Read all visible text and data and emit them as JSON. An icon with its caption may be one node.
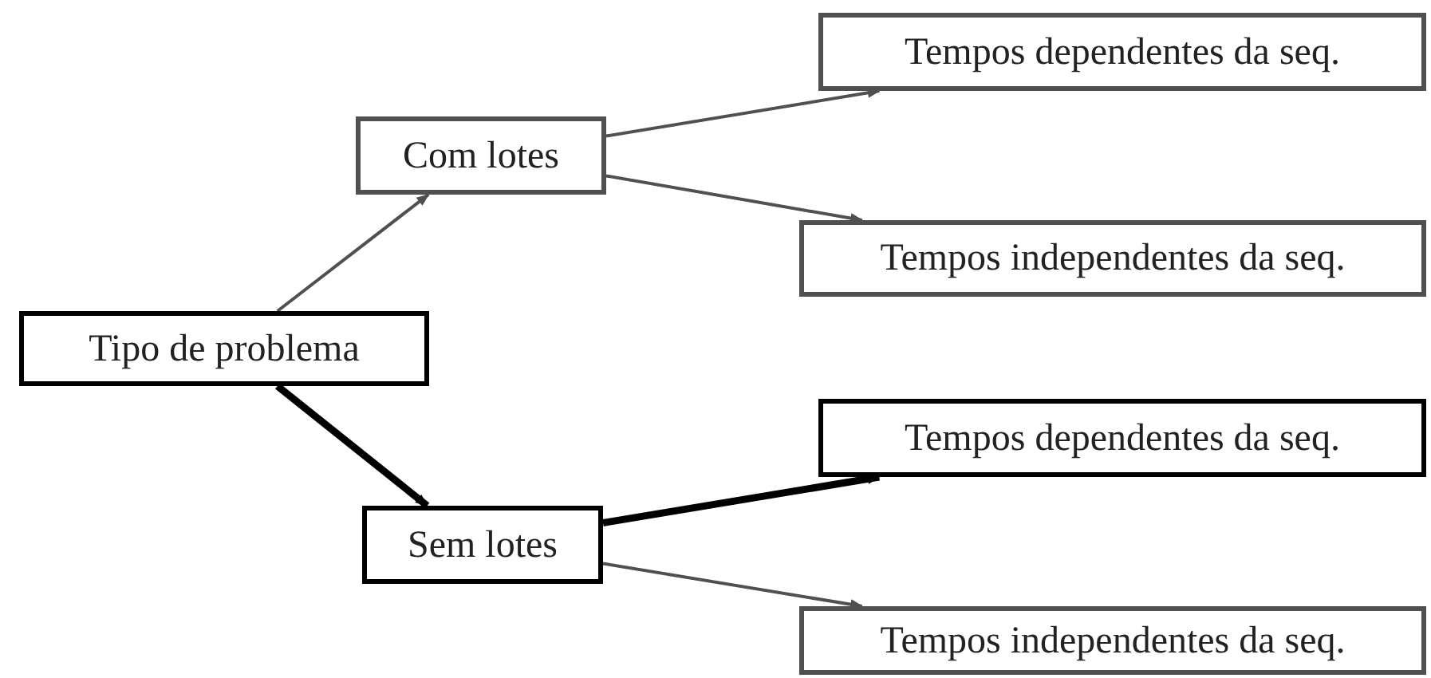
{
  "diagram": {
    "nodes": [
      {
        "text": [
          "Tipo de problema"
        ]
      },
      {
        "text": [
          "Com lotes"
        ]
      },
      {
        "text": [
          "Tempos dependentes da seq."
        ]
      },
      {
        "text": [
          "Tempos independentes da seq."
        ]
      },
      {
        "text": [
          "Sem lotes"
        ]
      },
      {
        "text": [
          "Tempos dependentes da seq."
        ]
      },
      {
        "text": [
          "Tempos independentes da seq."
        ]
      }
    ],
    "edges": [
      {
        "from": 0,
        "to": 1,
        "arrow": "to"
      },
      {
        "from": 1,
        "to": 2,
        "arrow": "to"
      },
      {
        "from": 1,
        "to": 3,
        "arrow": "to"
      },
      {
        "from": 0,
        "to": 4,
        "arrow": "to",
        "style": "thick",
        "color": "#000000"
      },
      {
        "from": 4,
        "to": 5,
        "arrow": "to",
        "style": "thick",
        "color": "#000000"
      },
      {
        "from": 4,
        "to": 6,
        "arrow": "to"
      }
    ]
  }
}
